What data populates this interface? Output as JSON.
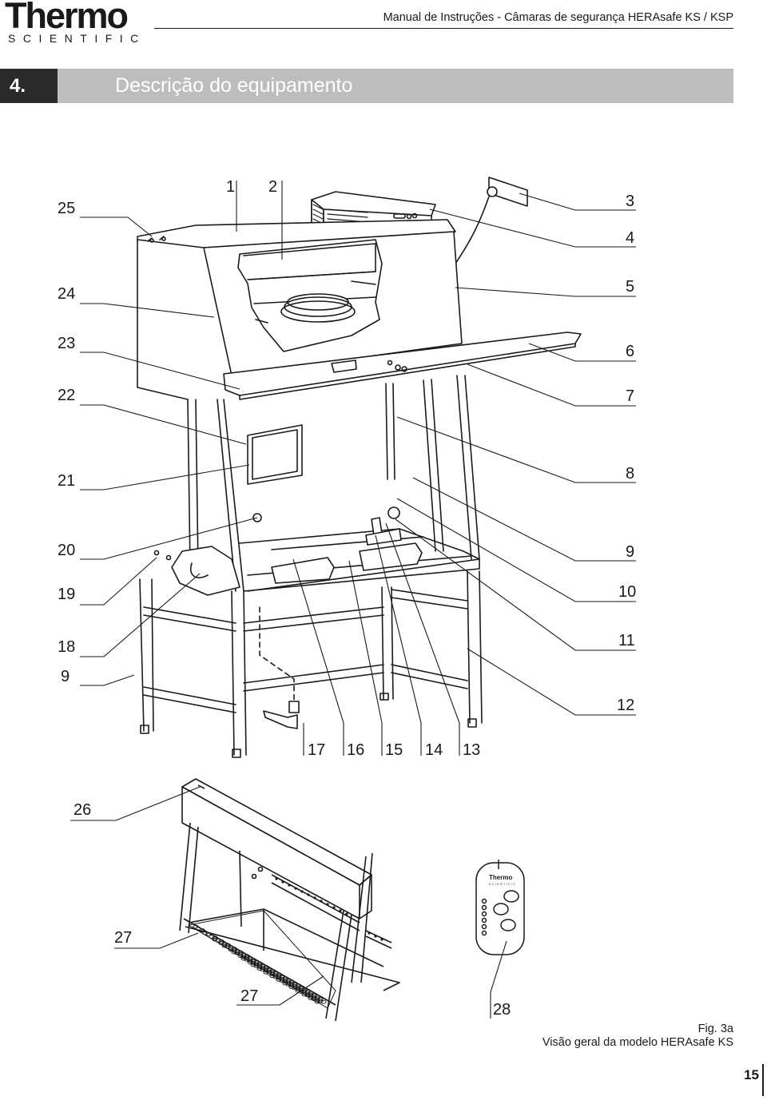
{
  "header": {
    "logo_main": "Thermo",
    "logo_sub": "SCIENTIFIC",
    "document_title": "Manual de Instruções - Câmaras de segurança HERAsafe KS / KSP"
  },
  "section": {
    "number": "4.",
    "title": "Descrição do equipamento"
  },
  "figure": {
    "callouts_left": [
      "25",
      "24",
      "23",
      "22",
      "21",
      "20",
      "19",
      "18",
      "9"
    ],
    "callouts_top": [
      "1",
      "2"
    ],
    "callouts_right": [
      "3",
      "4",
      "5",
      "6",
      "7",
      "8",
      "9",
      "10",
      "11",
      "12"
    ],
    "callouts_bottom": [
      "17",
      "16",
      "15",
      "14",
      "13"
    ],
    "callouts_lower": [
      "26",
      "27",
      "27",
      "28"
    ],
    "panel_logo_main": "Thermo",
    "panel_logo_sub": "SCIENTIFIC",
    "caption_label": "Fig. 3a",
    "caption_text": "Visão geral da modelo HERAsafe KS"
  },
  "page": {
    "number": "15"
  },
  "colors": {
    "section_bar": "#bdbdbd",
    "section_number_bg": "#2a2a2a",
    "line": "#1a1a1a"
  }
}
